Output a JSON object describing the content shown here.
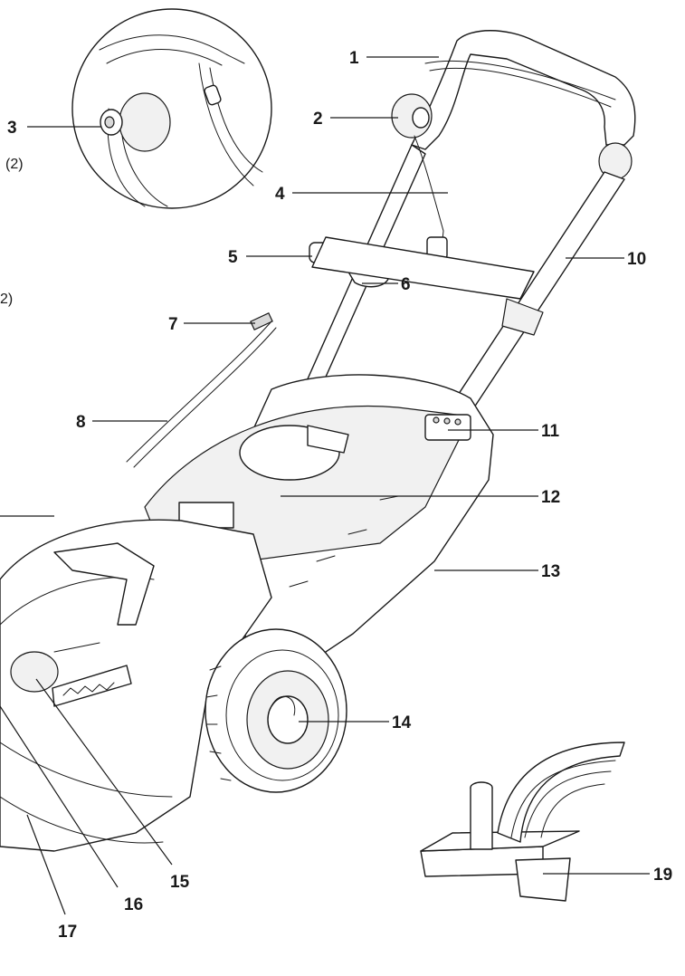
{
  "callouts": [
    {
      "number": "1"
    },
    {
      "number": "2"
    },
    {
      "number": "3"
    },
    {
      "number": "4"
    },
    {
      "number": "5"
    },
    {
      "number": "6"
    },
    {
      "number": "7"
    },
    {
      "number": "8"
    },
    {
      "number": "10"
    },
    {
      "number": "11"
    },
    {
      "number": "12"
    },
    {
      "number": "13"
    },
    {
      "number": "14"
    },
    {
      "number": "15"
    },
    {
      "number": "16"
    },
    {
      "number": "17"
    },
    {
      "number": "19"
    }
  ],
  "side_notes": [
    "(2)",
    "2)"
  ]
}
